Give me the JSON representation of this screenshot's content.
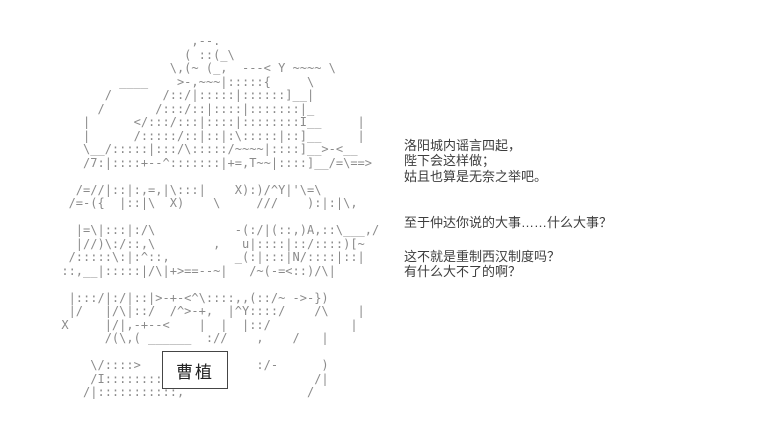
{
  "scene": {
    "background_color": "#ffffff",
    "art_color": "#8b8b8b",
    "text_color": "#3d3d3d"
  },
  "ascii_art": {
    "description": "character-portrait-ascii-art",
    "lines": [
      "",
      "",
      "                        ,--.",
      "                       ( ::(_\\",
      "                     \\,(~ (_,  ---< Y ~~~~ \\",
      "              ____    >-,~~~|:::::{     \\",
      "            /       /::/|:::::|::::::]__|",
      "           /       /:::/::|::::|:::::::|_",
      "         |      </:::/:::|::::|::::::::I__     |",
      "         |      /:::::/::|::|:\\:::::|::]__     |",
      "         \\__/:::::|:::/\\:::::/~~~~|::::]__>-<__",
      "         /7:|::::+--^:::::::|+=,T~~|::::]__/=\\==>",
      "",
      "        /=//|::|:,=,|\\:::|    X):)/^Y|'\\=\\",
      "       /=-({  |::|\\  X)    \\     ///    ):|:|\\,",
      "",
      "        |=\\|:::|:/\\           -(:/|(::,)A,::\\___,/",
      "        |//)\\:/::,\\        ,   u|::::|::/::::)[~",
      "       /:::::\\:|:^::,         _(:|:::|N/::::|::|",
      "      ::,__|:::::|/\\|+>==--~|   /~(-=<::)/\\|",
      "",
      "       |:::/|:/|::|>-+-<^\\::::,,(::/~ ->-})",
      "       |/   |/\\|::/  /^>-+,  |^Y::::/    /\\    |",
      "      X     |/|,-+--<    |  |  |::/           |",
      "            /(\\,( ______  ://    ,    /   |",
      "",
      "          \\/::::>                :/-      )",
      "          /I:::::::::::::                /|",
      "         /|:::::::::::,                 /"
    ],
    "nameplate": {
      "label": "曹植"
    }
  },
  "dialogue": {
    "groups": [
      {
        "lines": [
          "洛阳城内谣言四起，",
          "陛下会这样做；",
          "姑且也算是无奈之举吧。"
        ]
      },
      {
        "lines": [
          "至于仲达你说的大事……什么大事？"
        ]
      },
      {
        "lines": [
          "这不就是重制西汉制度吗？",
          "有什么大不了的啊？"
        ]
      }
    ]
  }
}
